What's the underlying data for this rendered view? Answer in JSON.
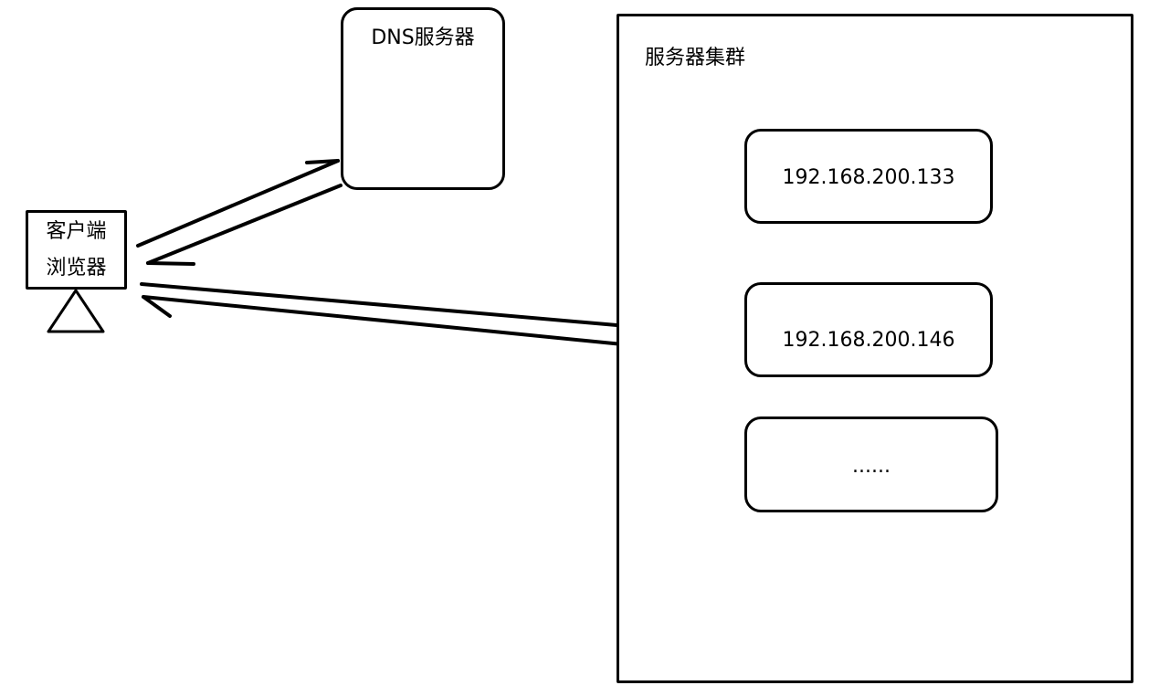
{
  "client": {
    "line1": "客户端",
    "line2": "浏览器"
  },
  "dns": {
    "title": "DNS服务器"
  },
  "cluster": {
    "title": "服务器集群",
    "servers": [
      {
        "label": "192.168.200.133"
      },
      {
        "label": "192.168.200.146"
      },
      {
        "label": "......"
      }
    ]
  }
}
